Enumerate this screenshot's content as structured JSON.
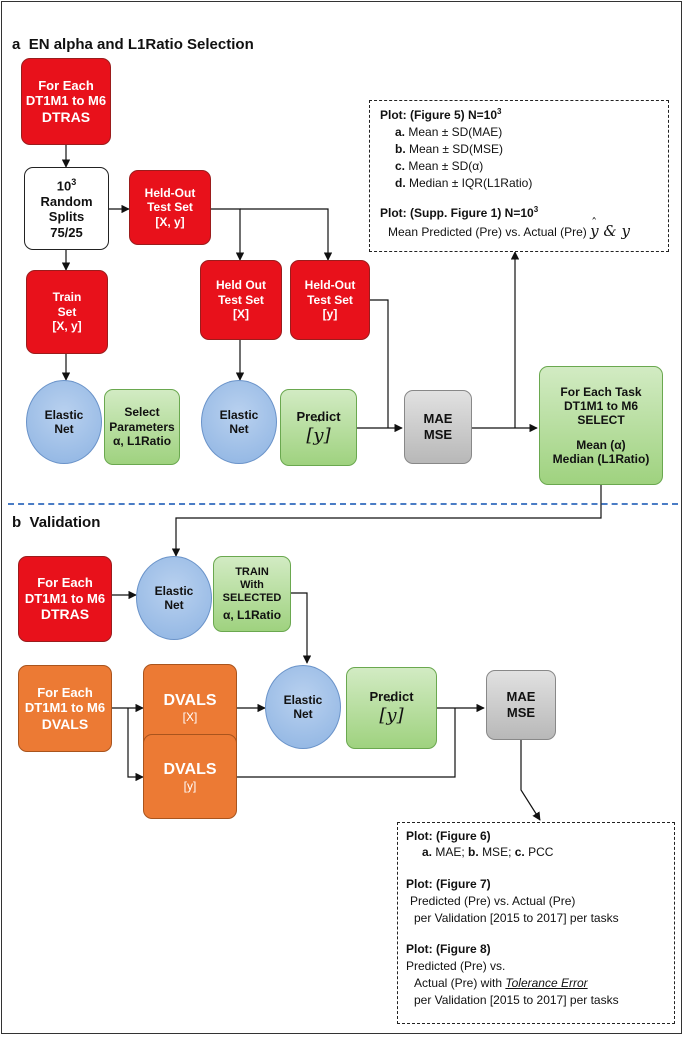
{
  "section_a": {
    "label": "a",
    "title": "EN alpha and L1Ratio Selection"
  },
  "section_b": {
    "label": "b",
    "title": "Validation"
  },
  "a_nodes": {
    "for_each_dtras": [
      "For Each",
      "DT1M1 to M6",
      "DTRAS"
    ],
    "random_splits": [
      "10",
      "3",
      "Random",
      "Splits",
      "75/25"
    ],
    "heldout_test_xy": [
      "Held-Out",
      "Test Set",
      "[X, y]"
    ],
    "train_set": [
      "Train",
      "Set",
      "[X, y]"
    ],
    "heldout_test_x": [
      "Held Out",
      "Test Set",
      "[X]"
    ],
    "heldout_test_y": [
      "Held-Out",
      "Test Set",
      "[y]"
    ],
    "elastic_net_1": [
      "Elastic",
      "Net"
    ],
    "select_params": [
      "Select",
      "Parameters",
      "α, L1Ratio"
    ],
    "elastic_net_2": [
      "Elastic",
      "Net"
    ],
    "predict": "Predict",
    "mae_mse": [
      "MAE",
      "MSE"
    ],
    "for_each_task": [
      "For Each Task",
      "DT1M1 to M6",
      "SELECT",
      "Mean (α)",
      "Median (L1Ratio)"
    ]
  },
  "a_note": {
    "title1": "Plot: (Figure 5) N=10",
    "sup1": "3",
    "items": [
      {
        "bullet": "a.",
        "text": "Mean ± SD(MAE)"
      },
      {
        "bullet": "b.",
        "text": "Mean ± SD(MSE)"
      },
      {
        "bullet": "c.",
        "text": "Mean ± SD(α)"
      },
      {
        "bullet": "d.",
        "text": "Median ± IQR(L1Ratio)"
      }
    ],
    "title2": "Plot: (Supp. Figure 1) N=10",
    "sup2": "3",
    "line2": "Mean Predicted (Pre) vs. Actual (Pre)",
    "math2": "& y"
  },
  "b_nodes": {
    "for_each_dtras": [
      "For Each",
      "DT1M1 to M6",
      "DTRAS"
    ],
    "elastic_net_1": [
      "Elastic",
      "Net"
    ],
    "train_selected": [
      "TRAIN",
      "With",
      "SELECTED",
      "α, L1Ratio"
    ],
    "for_each_dvals": [
      "For Each",
      "DT1M1 to M6",
      "DVALS"
    ],
    "dvals_x": [
      "DVALS",
      "[X]"
    ],
    "dvals_y": [
      "DVALS",
      "[y]"
    ],
    "elastic_net_2": [
      "Elastic",
      "Net"
    ],
    "predict": "Predict",
    "mae_mse": [
      "MAE",
      "MSE"
    ]
  },
  "b_note": {
    "fig6_title": "Plot: (Figure 6)",
    "fig6_a": "a.",
    "fig6_a_text": "MAE;",
    "fig6_b": "b.",
    "fig6_b_text": "MSE;",
    "fig6_c": "c.",
    "fig6_c_text": "PCC",
    "fig7_title": "Plot: (Figure 7)",
    "fig7_l1": "Predicted (Pre) vs. Actual (Pre)",
    "fig7_l2": "per Validation [2015 to 2017] per tasks",
    "fig8_title": "Plot: (Figure 8)",
    "fig8_l1": "Predicted (Pre) vs.",
    "fig8_l2a": "Actual (Pre) with",
    "fig8_l2b": "Tolerance Error",
    "fig8_l3": "per Validation [2015 to 2017] per tasks"
  },
  "colors": {
    "red": "#e8111b",
    "orange": "#ec7a34",
    "green": "#9fd27f",
    "blue": "#8db3e2",
    "gray": "#b8b8b8",
    "divider": "#4a7cc5"
  }
}
